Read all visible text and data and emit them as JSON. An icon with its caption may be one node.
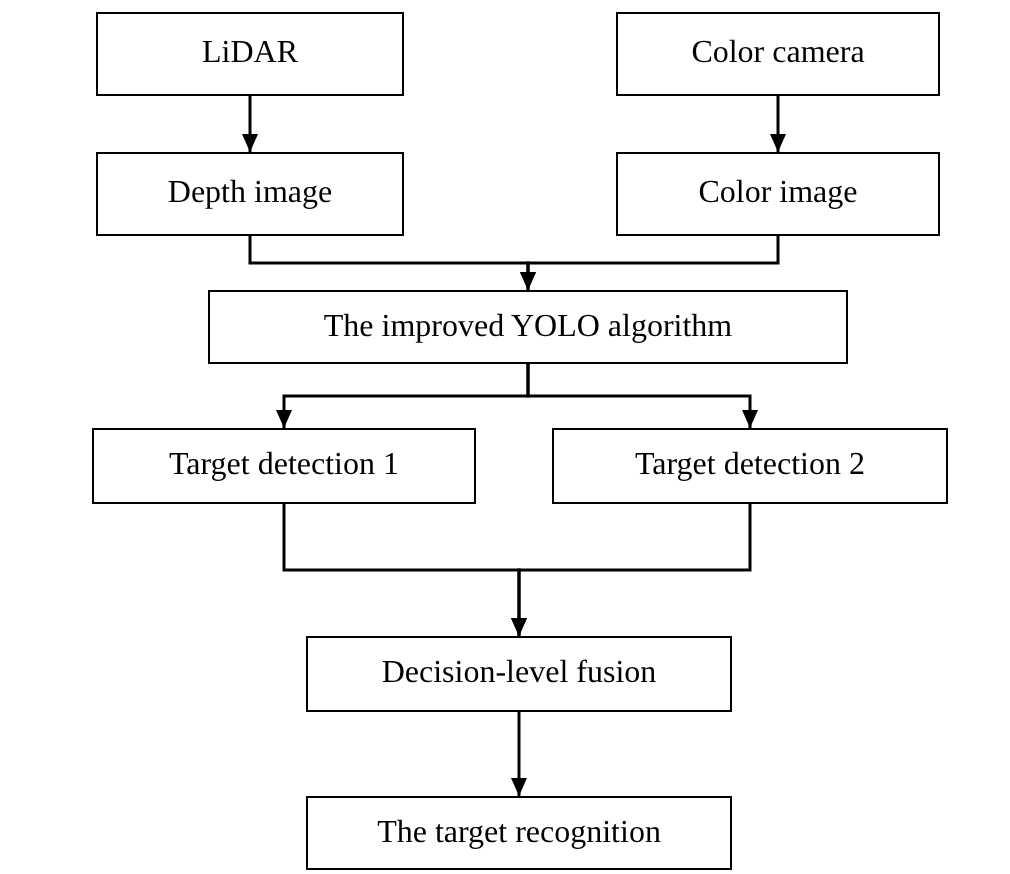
{
  "diagram": {
    "nodes": [
      {
        "text": [
          "LiDAR"
        ]
      },
      {
        "text": [
          "Color camera"
        ]
      },
      {
        "text": [
          "Depth image"
        ]
      },
      {
        "text": [
          "Color image"
        ]
      },
      {
        "text": [
          "The improved YOLO algorithm"
        ]
      },
      {
        "text": [
          "Target detection 1"
        ]
      },
      {
        "text": [
          "Target detection 2"
        ]
      },
      {
        "text": [
          "Decision-level fusion"
        ]
      },
      {
        "text": [
          "The target recognition"
        ]
      }
    ],
    "edges": [
      {
        "from": 0,
        "to": 2,
        "arrow": "to"
      },
      {
        "from": 1,
        "to": 3,
        "arrow": "to"
      },
      {
        "from": 2,
        "to": 4,
        "arrow": "to"
      },
      {
        "from": 3,
        "to": 4,
        "arrow": "to"
      },
      {
        "from": 4,
        "to": 5,
        "arrow": "to"
      },
      {
        "from": 4,
        "to": 6,
        "arrow": "to"
      },
      {
        "from": 5,
        "to": 7,
        "arrow": "to"
      },
      {
        "from": 6,
        "to": 7,
        "arrow": "to"
      },
      {
        "from": 7,
        "to": 8,
        "arrow": "to"
      }
    ]
  }
}
